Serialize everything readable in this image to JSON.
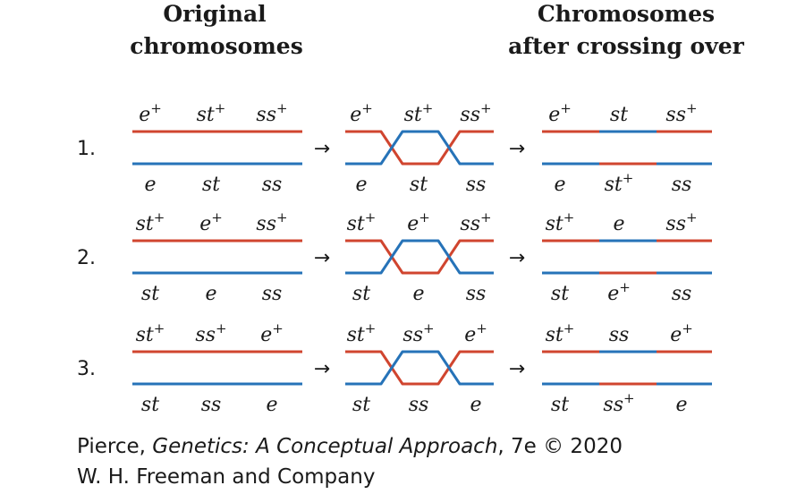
{
  "headers": {
    "original_line1": "Original",
    "original_line2": "chromosomes",
    "after_line1": "Chromosomes",
    "after_line2": "after crossing over"
  },
  "arrow_glyph": "→",
  "colors": {
    "red": "#d0452f",
    "blue": "#2673b8"
  },
  "rows": [
    {
      "number": "1.",
      "original": {
        "top": [
          {
            "base": "e",
            "sup": "+"
          },
          {
            "base": "st",
            "sup": "+"
          },
          {
            "base": "ss",
            "sup": "+"
          }
        ],
        "bottom": [
          {
            "base": "e",
            "sup": ""
          },
          {
            "base": "st",
            "sup": ""
          },
          {
            "base": "ss",
            "sup": ""
          }
        ]
      },
      "after": {
        "top": [
          {
            "base": "e",
            "sup": "+"
          },
          {
            "base": "st",
            "sup": ""
          },
          {
            "base": "ss",
            "sup": "+"
          }
        ],
        "bottom": [
          {
            "base": "e",
            "sup": ""
          },
          {
            "base": "st",
            "sup": "+"
          },
          {
            "base": "ss",
            "sup": ""
          }
        ]
      }
    },
    {
      "number": "2.",
      "original": {
        "top": [
          {
            "base": "st",
            "sup": "+"
          },
          {
            "base": "e",
            "sup": "+"
          },
          {
            "base": "ss",
            "sup": "+"
          }
        ],
        "bottom": [
          {
            "base": "st",
            "sup": ""
          },
          {
            "base": "e",
            "sup": ""
          },
          {
            "base": "ss",
            "sup": ""
          }
        ]
      },
      "after": {
        "top": [
          {
            "base": "st",
            "sup": "+"
          },
          {
            "base": "e",
            "sup": ""
          },
          {
            "base": "ss",
            "sup": "+"
          }
        ],
        "bottom": [
          {
            "base": "st",
            "sup": ""
          },
          {
            "base": "e",
            "sup": "+"
          },
          {
            "base": "ss",
            "sup": ""
          }
        ]
      }
    },
    {
      "number": "3.",
      "original": {
        "top": [
          {
            "base": "st",
            "sup": "+"
          },
          {
            "base": "ss",
            "sup": "+"
          },
          {
            "base": "e",
            "sup": "+"
          }
        ],
        "bottom": [
          {
            "base": "st",
            "sup": ""
          },
          {
            "base": "ss",
            "sup": ""
          },
          {
            "base": "e",
            "sup": ""
          }
        ]
      },
      "after": {
        "top": [
          {
            "base": "st",
            "sup": "+"
          },
          {
            "base": "ss",
            "sup": ""
          },
          {
            "base": "e",
            "sup": "+"
          }
        ],
        "bottom": [
          {
            "base": "st",
            "sup": ""
          },
          {
            "base": "ss",
            "sup": "+"
          },
          {
            "base": "e",
            "sup": ""
          }
        ]
      }
    }
  ],
  "credit": {
    "line1_prefix": "Pierce, ",
    "line1_title": "Genetics: A Conceptual Approach",
    "line1_suffix": ", 7e © 2020",
    "line2": "W. H. Freeman and Company"
  }
}
